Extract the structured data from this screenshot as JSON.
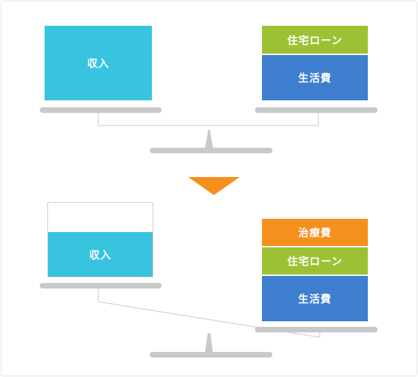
{
  "colors": {
    "income": "#38c4df",
    "housing_loan": "#9cc233",
    "living": "#3d7fce",
    "medical": "#f5901e",
    "arrow": "#f5901e",
    "scale": "#c9c9c9",
    "line": "#d2d2d2"
  },
  "before": {
    "income_label": "収入",
    "housing_loan_label": "住宅ローン",
    "living_label": "生活費"
  },
  "after": {
    "income_label": "収入",
    "medical_label": "治療費",
    "housing_loan_label": "住宅ローン",
    "living_label": "生活費"
  }
}
